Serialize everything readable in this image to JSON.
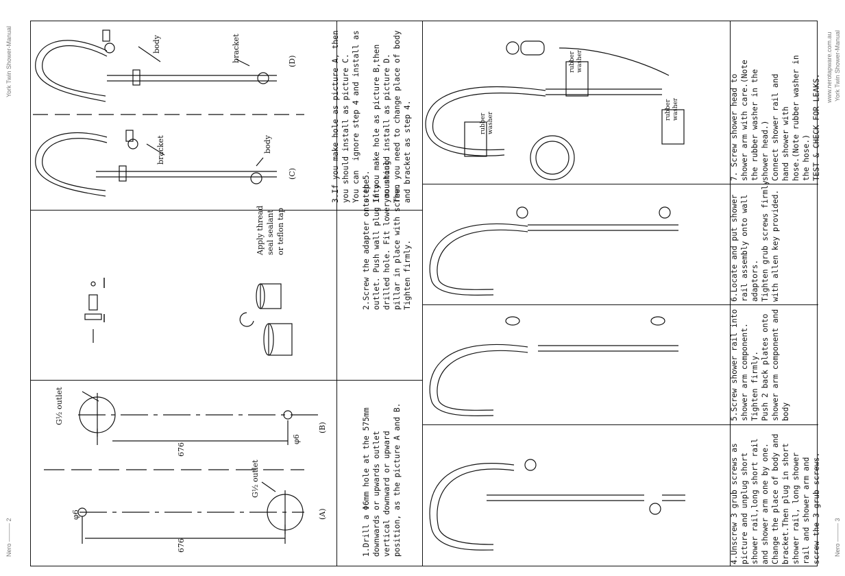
{
  "margins": {
    "left_top": "York Twin Shower-Manual",
    "left_bottom": "Nero ——— 2",
    "right_top_url": "www.nerotapware.com.au",
    "right_top": "York Twin Shower-Manual",
    "right_bottom": "Nero ——— 3"
  },
  "step1": {
    "lines": [
      "1.Drill a Φ6mm hole at the 575mm",
      "downwards or upwards outlet",
      "vertical downward or upward",
      "position, as the picture A and B."
    ],
    "label_a": "(A)",
    "label_b": "(B)",
    "outlet": "G½ outlet",
    "dim": "676",
    "phi": "φ6"
  },
  "step2": {
    "lines": [
      "2.Screw the adapter onto the",
      "outlet. Push wall plug into",
      "drilled hole. Fit lower mounting",
      "pillar in place with screw.",
      "Tighten firmly."
    ],
    "callout": [
      "Apply thread",
      "seal sealant",
      "or teflon tap"
    ]
  },
  "step3": {
    "lines": [
      "3.If you make hole as picture A, then",
      "you should install as picture C.",
      "You can  ignore step 4 and install as",
      "step 5.",
      "",
      "If you make hole as picture B,then",
      "you should install as picture D.",
      "Then you need to change place of body",
      "and bracket as step 4."
    ],
    "label_c": "(C)",
    "label_d": "(D)",
    "body": "body",
    "bracket": "bracket"
  },
  "step4": {
    "lines": [
      "4.Unscrew 3 grub screws as",
      "picture and unplug short",
      "shower rail,long short rail",
      "and shower arm one by one.",
      "Change the place of body and",
      "bracket.Then plug in short",
      "shower rail, long shower",
      "rail and shower arm and",
      "screw the 3 grub screws."
    ]
  },
  "step5": {
    "lines": [
      "5.Screw shower rail into",
      "shower arm component.",
      "Tighten firmly.",
      "Push 2 back plates onto",
      "shower arm component and",
      "body"
    ]
  },
  "step6": {
    "lines": [
      "6.Locate and put shower",
      "rail assembly onto wall",
      "adaptors.",
      "Tighten grub screws firmly",
      "with allen key provided."
    ]
  },
  "step7": {
    "lines": [
      "7. Screw shower head to",
      "shower arm with care.(Note",
      "the rubber washer in the",
      "shower head.)",
      "Connect shower rail and",
      "hand shower with",
      "hose.(Note rubber washer in",
      "the hose.)",
      "TEST & CHECK FOR LEAKS."
    ],
    "washer": [
      "rubber",
      "washer"
    ]
  }
}
